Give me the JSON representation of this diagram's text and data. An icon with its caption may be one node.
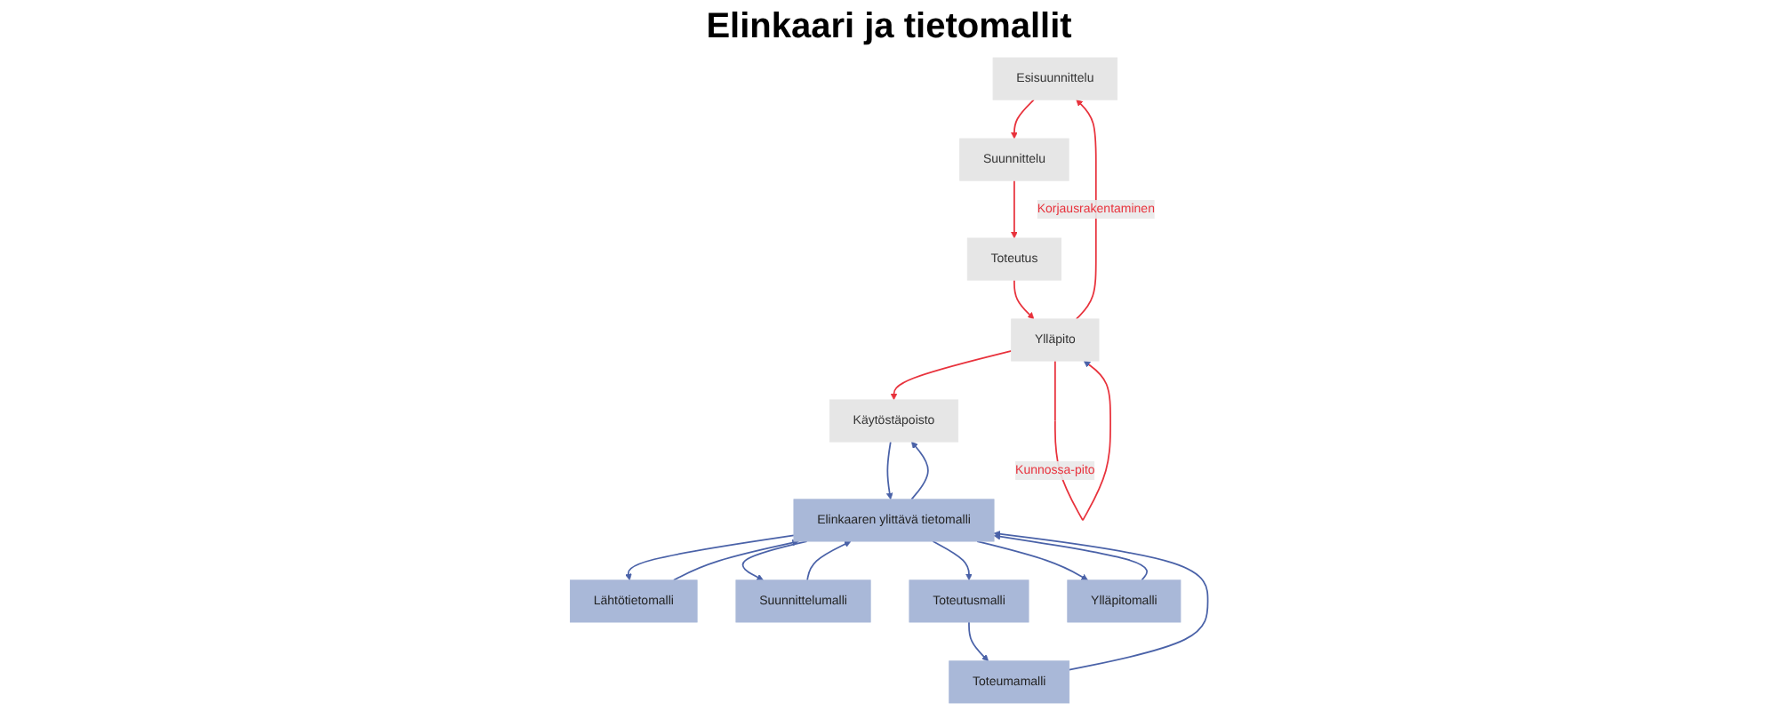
{
  "diagram": {
    "title": "Elinkaari ja tietomallit",
    "nodes": [
      {
        "text": [
          "Esisuunnittelu"
        ]
      },
      {
        "text": [
          "Suunnittelu"
        ]
      },
      {
        "text": [
          "Toteutus"
        ]
      },
      {
        "text": [
          "Ylläpito"
        ]
      },
      {
        "text": [
          "Käytöstäpoisto"
        ]
      },
      {
        "text": [
          "Lähtötietomalli"
        ]
      },
      {
        "text": [
          "Suunnittelumalli"
        ]
      },
      {
        "text": [
          "Toteutusmalli"
        ]
      },
      {
        "text": [
          "Toteumamalli"
        ]
      },
      {
        "text": [
          "Ylläpitomalli"
        ]
      },
      {
        "text": [
          "Elinkaaren ylittävä tietomalli"
        ]
      }
    ],
    "edges": [
      {
        "from": 0,
        "to": 1,
        "arrow": "to",
        "color": "#e8323c"
      },
      {
        "from": 1,
        "to": 2,
        "arrow": "to",
        "color": "#e8323c"
      },
      {
        "from": 2,
        "to": 3,
        "arrow": "to",
        "color": "#e8323c"
      },
      {
        "from": 3,
        "to": 4,
        "arrow": "to",
        "color": "#e8323c"
      },
      {
        "from": 3,
        "to": 0,
        "arrow": "to",
        "label": "Korjausrakentaminen",
        "color": "#e8323c"
      },
      {
        "from": 3,
        "to": 3,
        "arrow": "to",
        "label": "Kunnossa-pito",
        "color": "#e8323c"
      },
      {
        "from": 10,
        "to": 5,
        "arrow": "to"
      },
      {
        "from": 5,
        "to": 10,
        "arrow": "to"
      },
      {
        "from": 10,
        "to": 6,
        "arrow": "to"
      },
      {
        "from": 6,
        "to": 10,
        "arrow": "to"
      },
      {
        "from": 10,
        "to": 7,
        "arrow": "to"
      },
      {
        "from": 7,
        "to": 8,
        "arrow": "to"
      },
      {
        "from": 8,
        "to": 10,
        "arrow": "to"
      },
      {
        "from": 10,
        "to": 9,
        "arrow": "to"
      },
      {
        "from": 9,
        "to": 10,
        "arrow": "to"
      },
      {
        "from": 10,
        "to": 4,
        "arrow": "to"
      },
      {
        "from": 4,
        "to": 10,
        "arrow": "to"
      }
    ]
  }
}
